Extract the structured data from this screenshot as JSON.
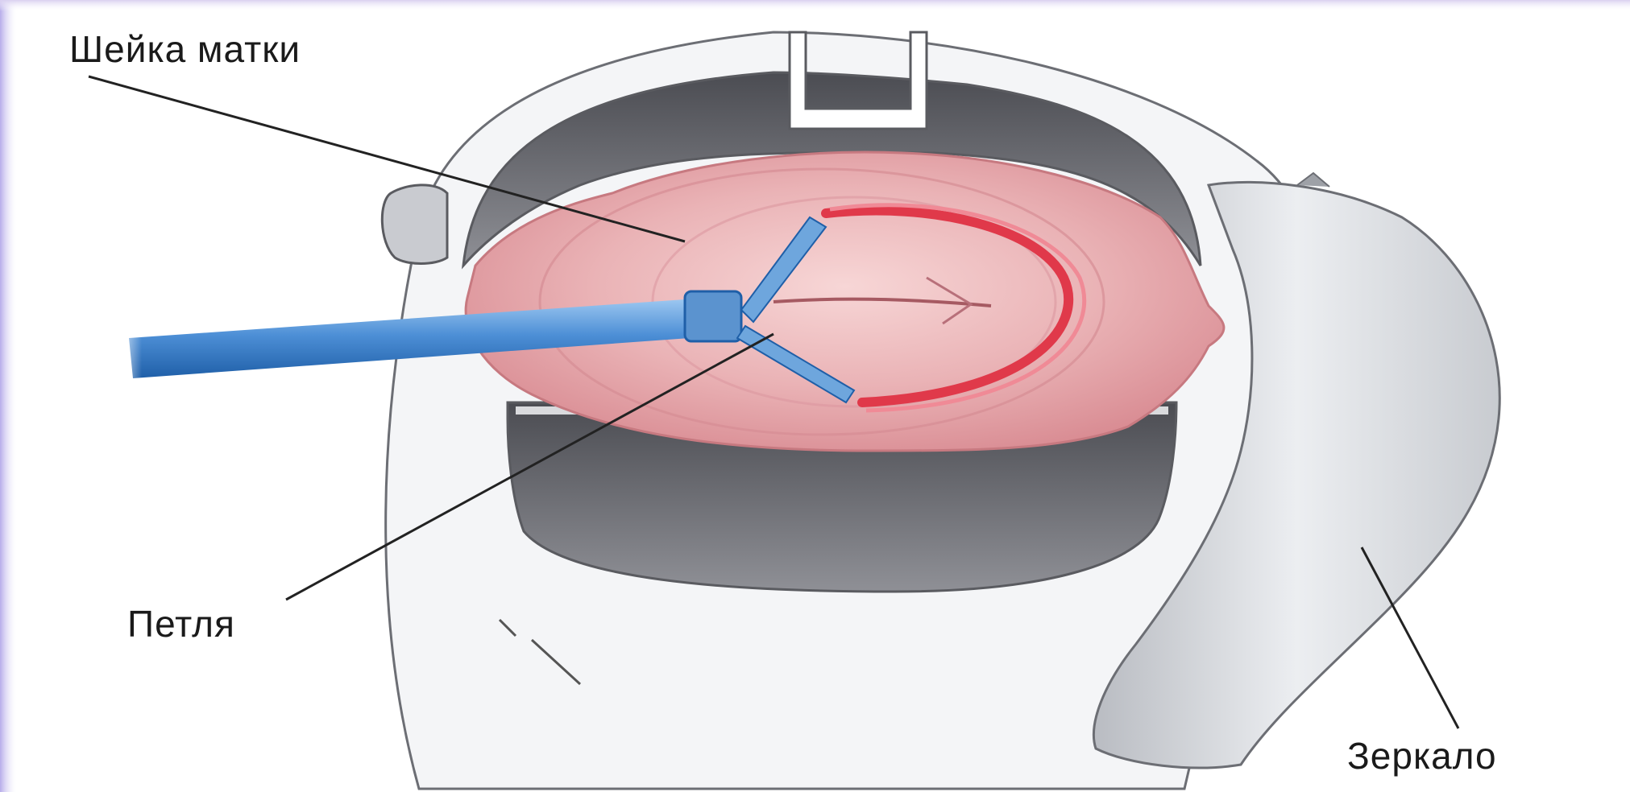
{
  "labels": {
    "cervix": "Шейка матки",
    "loop": "Петля",
    "mirror": "Зеркало"
  },
  "colors": {
    "frame_left_gradient": "#cfc8ee",
    "tissue_pink": "#e9a7ad",
    "lesion_red": "#e0394a",
    "probe_blue": "#3f7fc4",
    "speculum_grey": "#7a7a80"
  },
  "icons": {
    "probe": "loop-electrode-icon",
    "speculum": "speculum-icon"
  }
}
